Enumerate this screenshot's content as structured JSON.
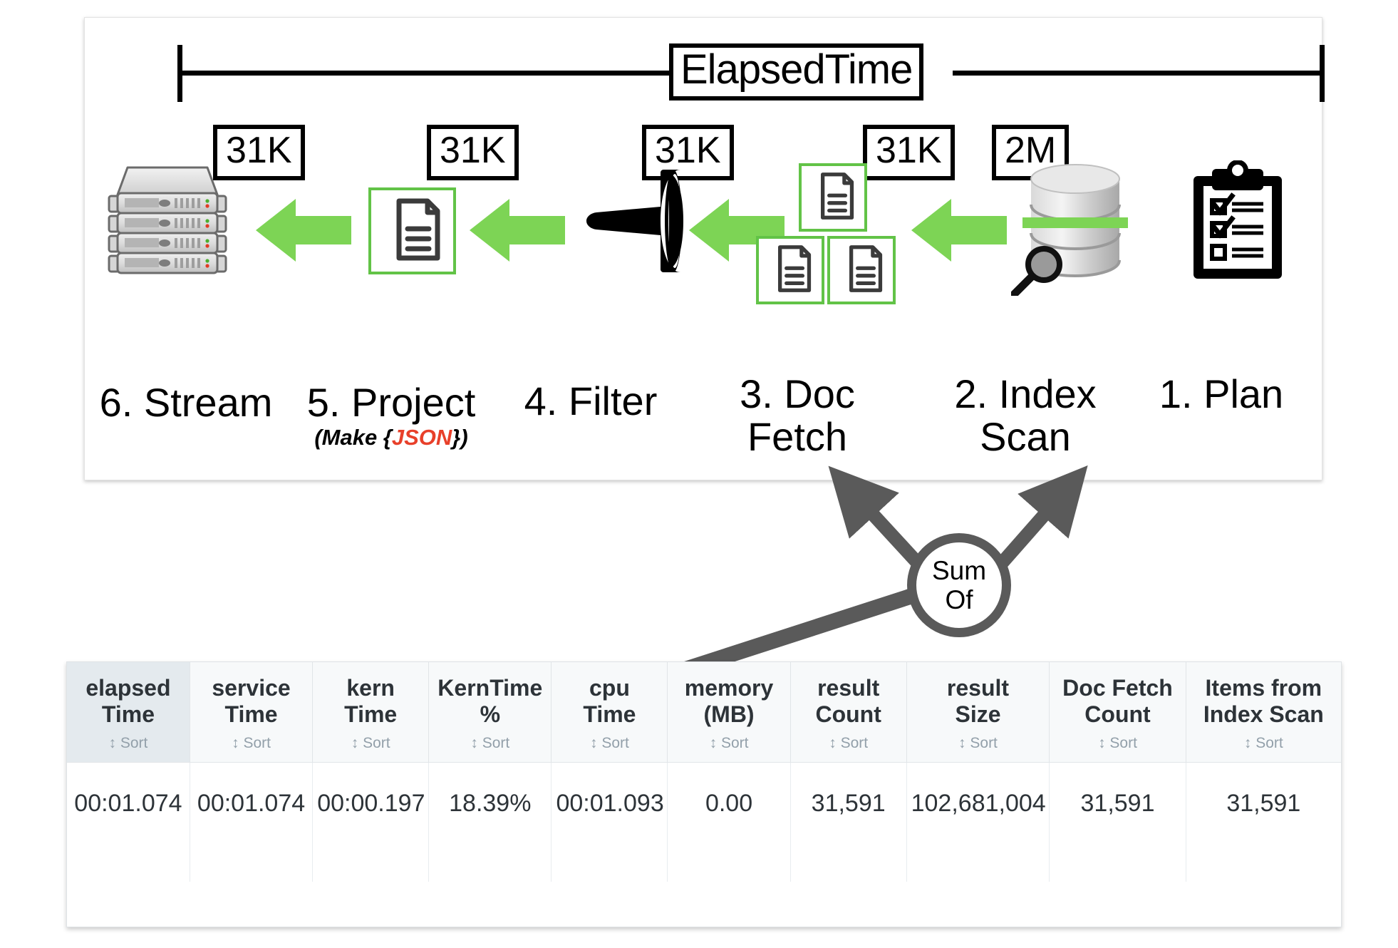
{
  "pipeline": {
    "elapsed_label": "ElapsedTime",
    "stages": [
      {
        "id": "stream",
        "caption": "6. Stream",
        "sub": null,
        "icon": "server-rack-icon",
        "badge": "31K"
      },
      {
        "id": "project",
        "caption": "5. Project",
        "sub_prefix": "(Make {",
        "sub_highlight": "JSON",
        "sub_suffix": "})",
        "icon": "document-icon",
        "badge": "31K"
      },
      {
        "id": "filter",
        "caption": "4. Filter",
        "sub": null,
        "icon": "funnel-icon",
        "badge": "31K"
      },
      {
        "id": "docfetch",
        "caption": "3. Doc\nFetch",
        "sub": null,
        "icon": "documents-icon",
        "badge": "31K"
      },
      {
        "id": "indexscan",
        "caption": "2. Index\nScan",
        "sub": null,
        "icon": "database-search-icon",
        "badge": "2M"
      },
      {
        "id": "plan",
        "caption": "1. Plan",
        "sub": null,
        "icon": "clipboard-checklist-icon",
        "badge": null
      }
    ],
    "badges": [
      "31K",
      "31K",
      "31K",
      "31K",
      "2M"
    ]
  },
  "annotation": {
    "sum_of_line1": "Sum",
    "sum_of_line2": "Of"
  },
  "metrics_table": {
    "columns": [
      {
        "label": "elapsed\nTime",
        "sort": "↕ Sort",
        "active": true
      },
      {
        "label": "service\nTime",
        "sort": "↕ Sort",
        "active": false
      },
      {
        "label": "kern\nTime",
        "sort": "↕ Sort",
        "active": false
      },
      {
        "label": "KernTime\n%",
        "sort": "↕ Sort",
        "active": false
      },
      {
        "label": "cpu\nTime",
        "sort": "↕ Sort",
        "active": false
      },
      {
        "label": "memory\n(MB)",
        "sort": "↕ Sort",
        "active": false
      },
      {
        "label": "result\nCount",
        "sort": "↕ Sort",
        "active": false
      },
      {
        "label": "result\nSize",
        "sort": "↕ Sort",
        "active": false
      },
      {
        "label": "Doc Fetch\nCount",
        "sort": "↕ Sort",
        "active": false
      },
      {
        "label": "Items from\nIndex Scan",
        "sort": "↕ Sort",
        "active": false
      }
    ],
    "rows": [
      [
        "00:01.074",
        "00:01.074",
        "00:00.197",
        "18.39%",
        "00:01.093",
        "0.00",
        "31,591",
        "102,681,004",
        "31,591",
        "31,591"
      ]
    ]
  },
  "colors": {
    "green_arrow": "#7dd455",
    "green_box": "#62c347",
    "json_red": "#e8402a",
    "annotation_grey": "#5a5a5a",
    "header_active_bg": "#e4eaee",
    "header_bg": "#f7f9fa"
  }
}
